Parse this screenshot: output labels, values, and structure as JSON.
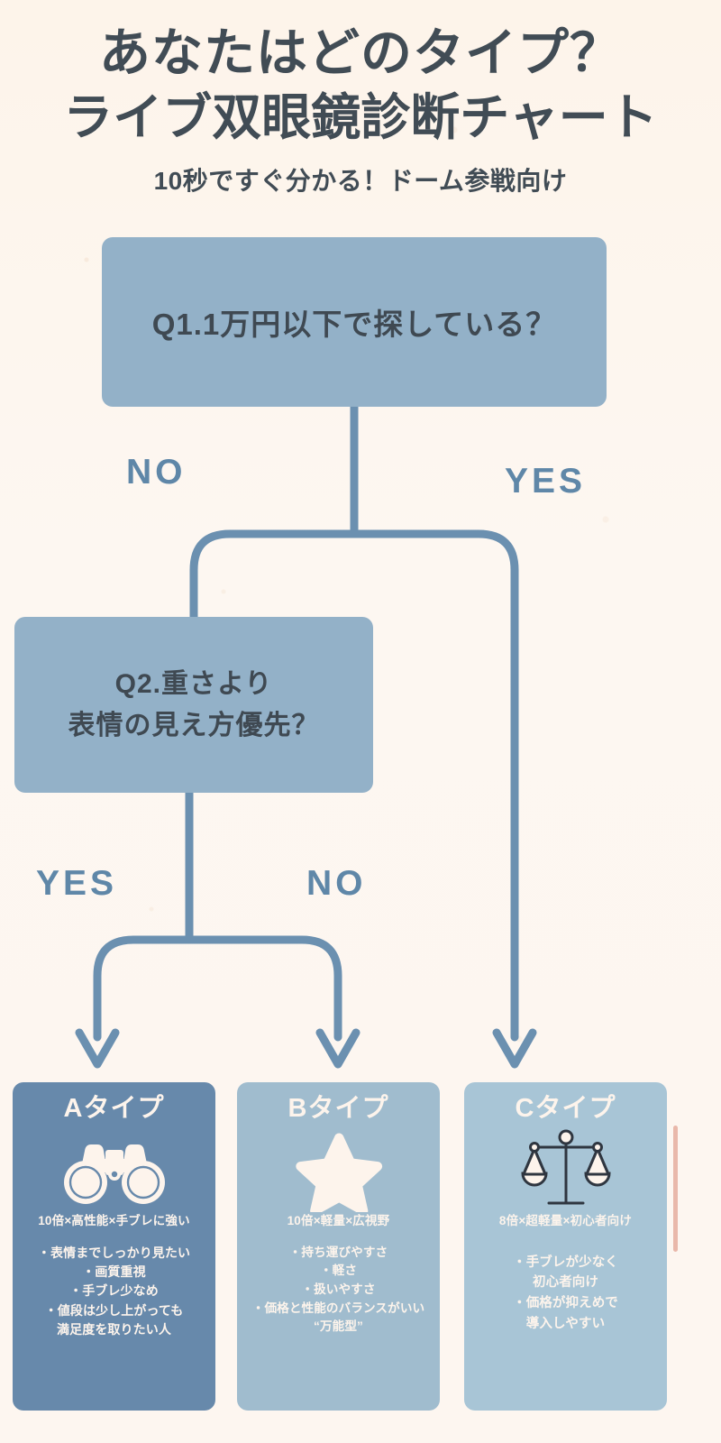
{
  "header": {
    "title_line_1": "あなたはどのタイプ？",
    "title_line_2": "ライブ双眼鏡診断チャート",
    "subtitle": "10秒ですぐ分かる！ドーム参戦向け"
  },
  "colors": {
    "background": "#fdf6ef",
    "title_text": "#414c55",
    "question_box": "#93b1c8",
    "connector": "#6b90b0",
    "branch_label": "#5f87a8",
    "card_a": "#6789ab",
    "card_b": "#a0bcce",
    "card_c": "#a8c5d6",
    "card_text": "#fdf4ec",
    "accent_strip": "#dd9280"
  },
  "flow": {
    "q1": {
      "text": "Q1.1万円以下で探している？",
      "branch_left_label": "NO",
      "branch_right_label": "YES"
    },
    "q2": {
      "line_1": "Q2.重さより",
      "line_2": "表情の見え方優先？",
      "branch_left_label": "YES",
      "branch_right_label": "NO"
    }
  },
  "results": [
    {
      "id": "a",
      "title": "Aタイプ",
      "icon": "binoculars-icon",
      "spec": "10倍×高性能×手ブレに強い",
      "bullets": [
        "・表情までしっかり見たい",
        "・画質重視",
        "・手ブレ少なめ",
        "・値段は少し上がっても",
        "満足度を取りたい人"
      ]
    },
    {
      "id": "b",
      "title": "Bタイプ",
      "icon": "star-icon",
      "spec": "10倍×軽量×広視野",
      "bullets": [
        "・持ち運びやすさ",
        "・軽さ",
        "・扱いやすさ",
        "・価格と性能のバランスがいい",
        "“万能型”"
      ]
    },
    {
      "id": "c",
      "title": "Cタイプ",
      "icon": "balance-scale-icon",
      "spec": "8倍×超軽量×初心者向け",
      "bullets": [
        "・手ブレが少なく",
        "初心者向け",
        "・価格が抑えめで",
        "導入しやすい"
      ]
    }
  ]
}
